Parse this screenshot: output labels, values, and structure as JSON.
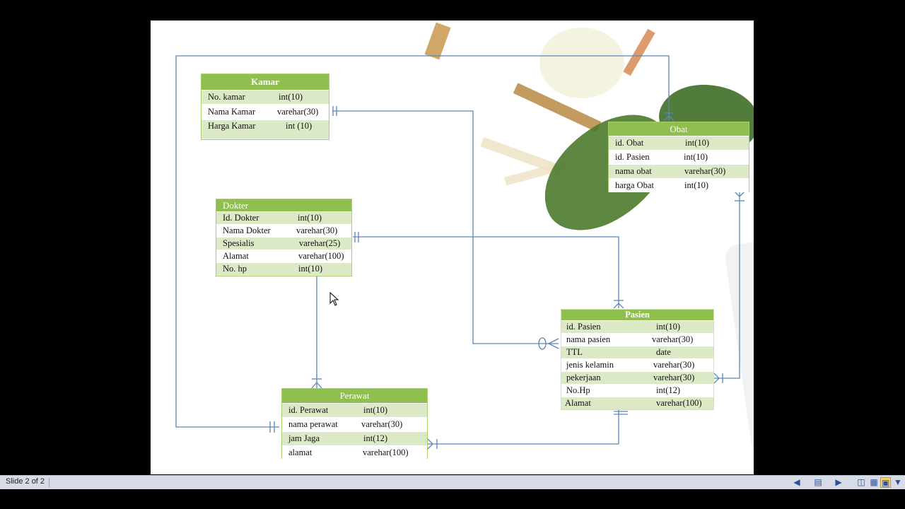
{
  "status": {
    "slide_info": "Slide 2 of 2"
  },
  "tables": {
    "kamar": {
      "title": "Kamar",
      "rows": [
        {
          "name": "No. kamar",
          "type": "int(10)"
        },
        {
          "name": "Nama Kamar",
          "type": "varehar(30)"
        },
        {
          "name": "Harga Kamar",
          "type": "int (10)"
        }
      ]
    },
    "obat": {
      "title": "Obat",
      "rows": [
        {
          "name": "id. Obat",
          "type": "int(10)"
        },
        {
          "name": "id. Pasien",
          "type": "int(10)"
        },
        {
          "name": "nama obat",
          "type": "varehar(30)"
        },
        {
          "name": "harga Obat",
          "type": "int(10)"
        }
      ]
    },
    "dokter": {
      "title": "Dokter",
      "rows": [
        {
          "name": "Id. Dokter",
          "type": "int(10)"
        },
        {
          "name": "Nama Dokter",
          "type": "varehar(30)"
        },
        {
          "name": "Spesialis",
          "type": "varehar(25)"
        },
        {
          "name": "Alamat",
          "type": "varehar(100)"
        },
        {
          "name": "No. hp",
          "type": "int(10)"
        }
      ]
    },
    "pasien": {
      "title": "Pasien",
      "rows": [
        {
          "name": "id. Pasien",
          "type": "int(10)"
        },
        {
          "name": "nama pasien",
          "type": "varehar(30)"
        },
        {
          "name": "TTL",
          "type": "date"
        },
        {
          "name": "jenis kelamin",
          "type": "varehar(30)"
        },
        {
          "name": "pekerjaan",
          "type": "varehar(30)"
        },
        {
          "name": "No.Hp",
          "type": "int(12)"
        },
        {
          "name": "Alamat",
          "type": "varehar(100)"
        }
      ]
    },
    "perawat": {
      "title": "Perawat",
      "rows": [
        {
          "name": "id. Perawat",
          "type": "int(10)"
        },
        {
          "name": "nama perawat",
          "type": "varehar(30)"
        },
        {
          "name": "jam Jaga",
          "type": "int(12)"
        },
        {
          "name": "alamat",
          "type": "varehar(100)"
        }
      ]
    }
  },
  "colors": {
    "header": "#8fc04f",
    "row_alt": "#dbe9c6",
    "line": "#5a86b8"
  }
}
